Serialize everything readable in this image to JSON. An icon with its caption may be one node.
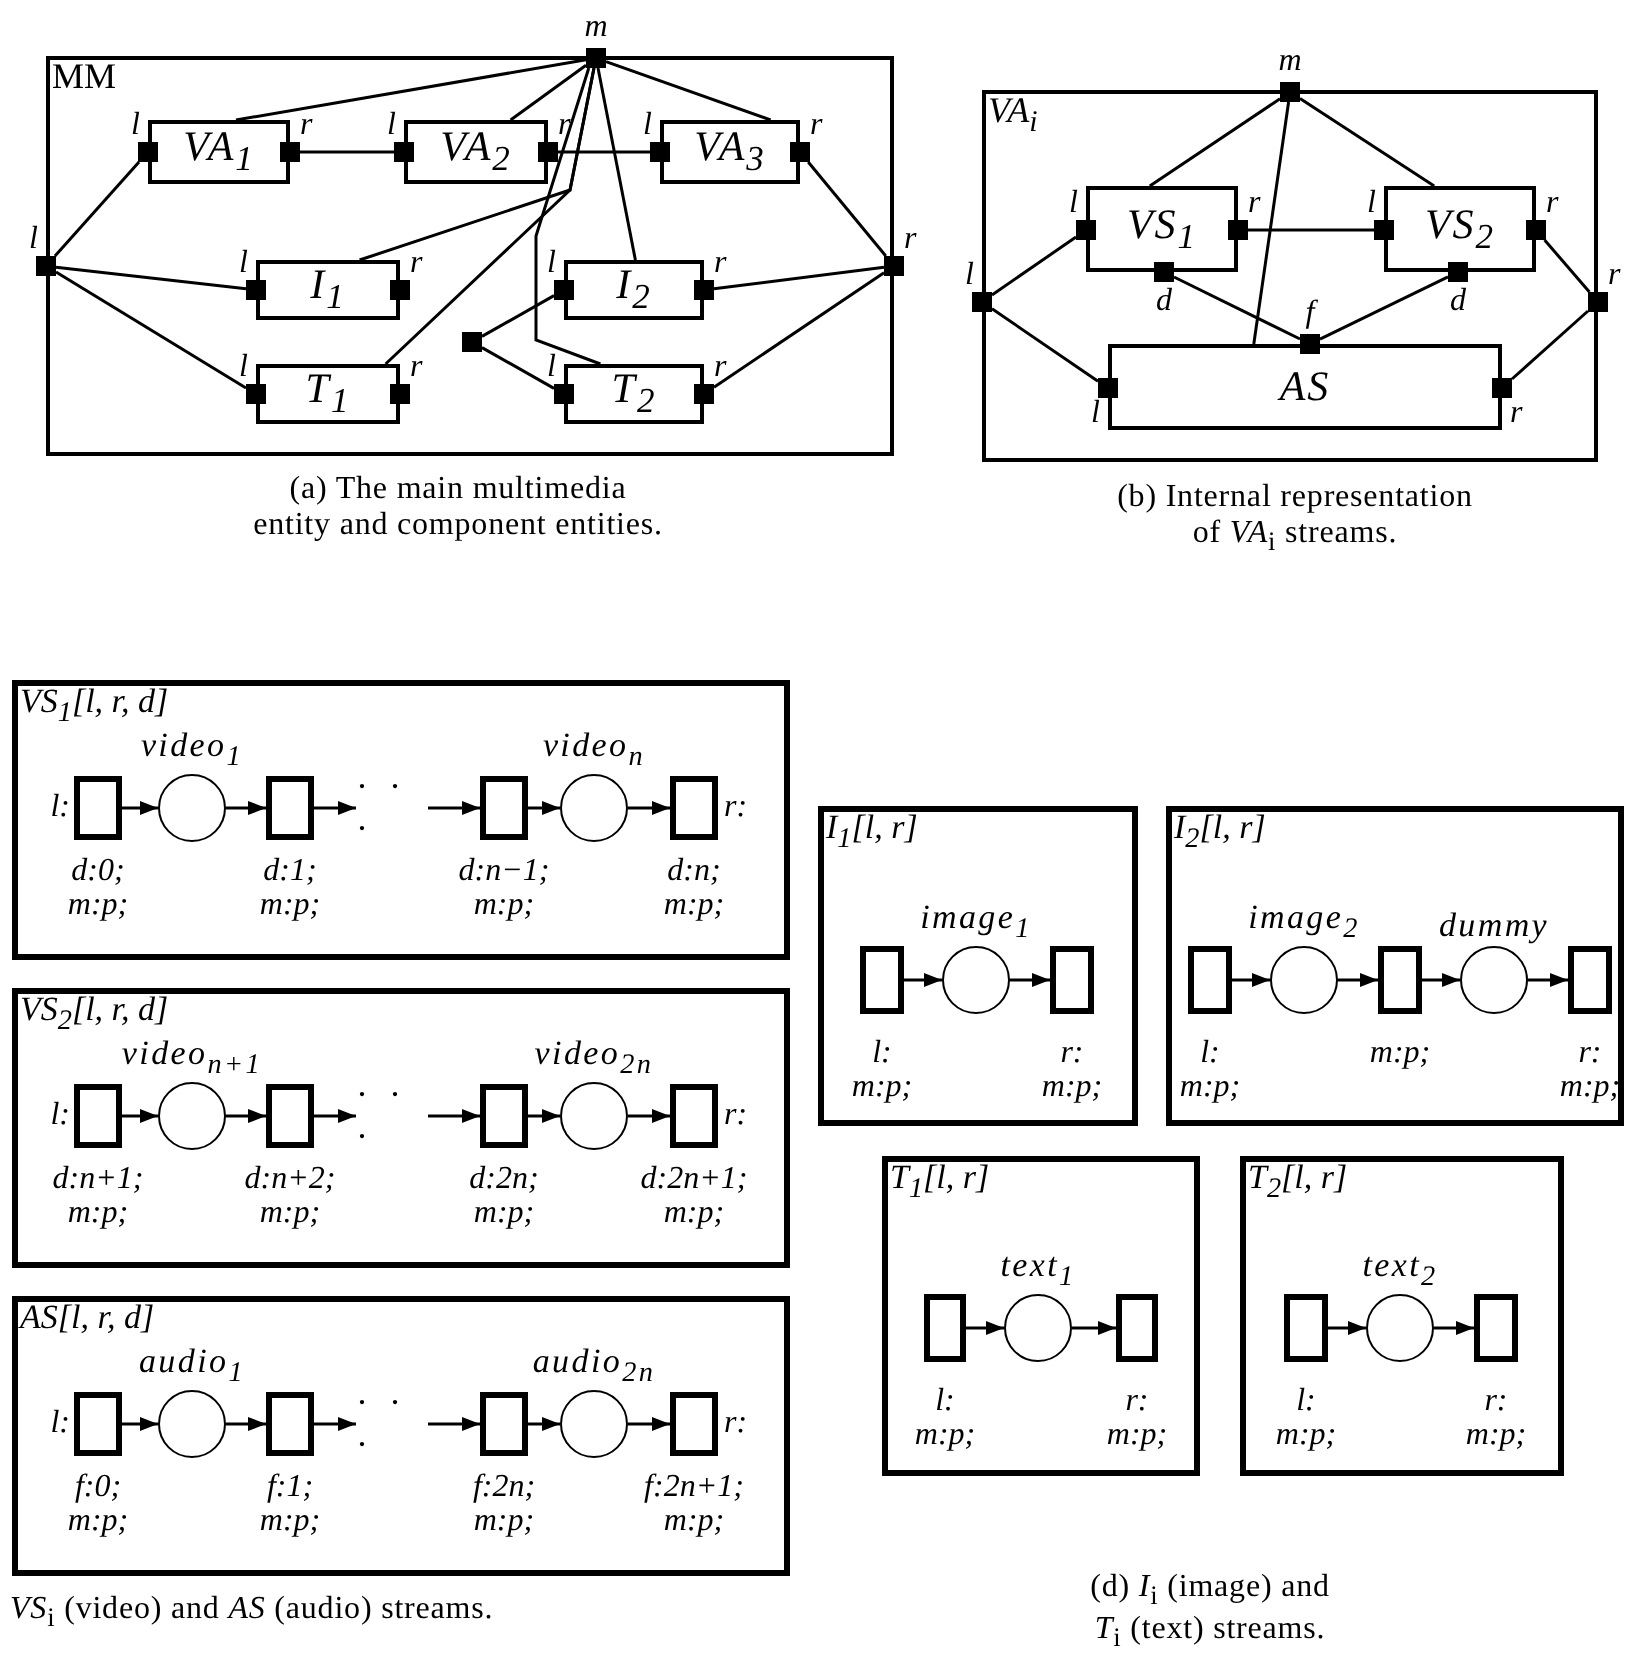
{
  "diagram": {
    "nodes": [
      {
        "text": [
          "MM"
        ]
      },
      {
        "text": [
          "VA$_{1}$"
        ],
        "in": 0
      },
      {
        "text": [
          "VA$_{2}$"
        ],
        "in": 0
      },
      {
        "text": [
          "VA$_{3}$"
        ],
        "in": 0
      },
      {
        "text": [
          "I$_{1}$"
        ],
        "in": 0
      },
      {
        "text": [
          "I$_{2}$"
        ],
        "in": 0
      },
      {
        "text": [
          "T$_{1}$"
        ],
        "in": 0
      },
      {
        "text": [
          "T$_{2}$"
        ],
        "in": 0
      },
      {
        "text": [],
        "shape": "box",
        "beside": [
          "m"
        ]
      },
      {
        "text": [],
        "shape": "box",
        "beside": [
          "l"
        ]
      },
      {
        "text": [],
        "shape": "box",
        "beside": [
          "r"
        ]
      },
      {
        "text": [],
        "shape": "box",
        "beside": [
          "l"
        ],
        "in": 0
      },
      {
        "text": [],
        "shape": "box",
        "beside": [
          "r"
        ],
        "in": 0
      },
      {
        "text": [],
        "shape": "box",
        "beside": [
          "l"
        ],
        "in": 0
      },
      {
        "text": [],
        "shape": "box",
        "beside": [
          "r"
        ],
        "in": 0
      },
      {
        "text": [],
        "shape": "box",
        "beside": [
          "l"
        ],
        "in": 0
      },
      {
        "text": [],
        "shape": "box",
        "beside": [
          "r"
        ],
        "in": 0
      },
      {
        "text": [],
        "shape": "box",
        "beside": [
          "l"
        ],
        "in": 0
      },
      {
        "text": [],
        "shape": "box",
        "beside": [
          "r"
        ],
        "in": 0
      },
      {
        "text": [],
        "shape": "box",
        "beside": [
          "l"
        ],
        "in": 0
      },
      {
        "text": [],
        "shape": "box",
        "beside": [
          "r"
        ],
        "in": 0
      },
      {
        "text": [],
        "shape": "box",
        "beside": [
          "l"
        ],
        "in": 0
      },
      {
        "text": [],
        "shape": "box",
        "beside": [
          "r"
        ],
        "in": 0
      },
      {
        "text": [],
        "shape": "box",
        "beside": [
          "l"
        ],
        "in": 0
      },
      {
        "text": [],
        "shape": "box",
        "beside": [
          "r"
        ],
        "in": 0
      },
      {
        "text": [],
        "shape": "box",
        "in": 0
      },
      {
        "text": [
          "VA$_{i}$"
        ]
      },
      {
        "text": [
          "VS$_{1}$"
        ],
        "in": 26
      },
      {
        "text": [
          "VS$_{2}$"
        ],
        "in": 26
      },
      {
        "text": [
          "AS"
        ],
        "in": 26
      },
      {
        "text": [],
        "shape": "box",
        "beside": [
          "m"
        ]
      },
      {
        "text": [],
        "shape": "box",
        "beside": [
          "l"
        ]
      },
      {
        "text": [],
        "shape": "box",
        "beside": [
          "r"
        ]
      },
      {
        "text": [],
        "shape": "box",
        "beside": [
          "l"
        ],
        "in": 26
      },
      {
        "text": [],
        "shape": "box",
        "beside": [
          "r"
        ],
        "in": 26
      },
      {
        "text": [],
        "shape": "box",
        "beside": [
          "d"
        ],
        "in": 26
      },
      {
        "text": [],
        "shape": "box",
        "beside": [
          "l"
        ],
        "in": 26
      },
      {
        "text": [],
        "shape": "box",
        "beside": [
          "r"
        ],
        "in": 26
      },
      {
        "text": [],
        "shape": "box",
        "beside": [
          "d"
        ],
        "in": 26
      },
      {
        "text": [],
        "shape": "box",
        "beside": [
          "f"
        ],
        "in": 26
      },
      {
        "text": [],
        "shape": "box",
        "beside": [
          "l"
        ],
        "in": 26
      },
      {
        "text": [],
        "shape": "box",
        "beside": [
          "r"
        ],
        "in": 26
      },
      {
        "text": [
          "VS$_{1}$[l, r, d]"
        ]
      },
      {
        "text": [],
        "shape": "box",
        "beside": [
          "l:",
          "d:0; m:p;"
        ],
        "in": 42
      },
      {
        "text": [],
        "shape": "circle",
        "beside": [
          "video$_{1}$"
        ],
        "in": 42
      },
      {
        "text": [],
        "shape": "box",
        "beside": [
          "d:1; m:p;"
        ],
        "in": 42
      },
      {
        "text": [
          "· · ·"
        ],
        "in": 42
      },
      {
        "text": [],
        "shape": "box",
        "beside": [
          "d:n−1; m:p;"
        ],
        "in": 42
      },
      {
        "text": [],
        "shape": "circle",
        "beside": [
          "video$_{n}$"
        ],
        "in": 42
      },
      {
        "text": [],
        "shape": "box",
        "beside": [
          "r:",
          "d:n; m:p;"
        ],
        "in": 42
      },
      {
        "text": [
          "VS$_{2}$[l, r, d]"
        ]
      },
      {
        "text": [],
        "shape": "box",
        "beside": [
          "l:",
          "d:n+1; m:p;"
        ],
        "in": 50
      },
      {
        "text": [],
        "shape": "circle",
        "beside": [
          "video$_{n+1}$"
        ],
        "in": 50
      },
      {
        "text": [],
        "shape": "box",
        "beside": [
          "d:n+2; m:p;"
        ],
        "in": 50
      },
      {
        "text": [
          "· · ·"
        ],
        "in": 50
      },
      {
        "text": [],
        "shape": "box",
        "beside": [
          "d:2n; m:p;"
        ],
        "in": 50
      },
      {
        "text": [],
        "shape": "circle",
        "beside": [
          "video$_{2n}$"
        ],
        "in": 50
      },
      {
        "text": [],
        "shape": "box",
        "beside": [
          "r:",
          "d:2n+1; m:p;"
        ],
        "in": 50
      },
      {
        "text": [
          "AS[l, r, d]"
        ]
      },
      {
        "text": [],
        "shape": "box",
        "beside": [
          "l:",
          "f:0; m:p;"
        ],
        "in": 58
      },
      {
        "text": [],
        "shape": "circle",
        "beside": [
          "audio$_{1}$"
        ],
        "in": 58
      },
      {
        "text": [],
        "shape": "box",
        "beside": [
          "f:1; m:p;"
        ],
        "in": 58
      },
      {
        "text": [
          "· · ·"
        ],
        "in": 58
      },
      {
        "text": [],
        "shape": "box",
        "beside": [
          "f:2n; m:p;"
        ],
        "in": 58
      },
      {
        "text": [],
        "shape": "circle",
        "beside": [
          "audio$_{2n}$"
        ],
        "in": 58
      },
      {
        "text": [],
        "shape": "box",
        "beside": [
          "r:",
          "f:2n+1; m:p;"
        ],
        "in": 58
      },
      {
        "text": [
          "I$_{1}$[l, r]"
        ]
      },
      {
        "text": [],
        "shape": "box",
        "beside": [
          "l: m:p;"
        ],
        "in": 66
      },
      {
        "text": [],
        "shape": "circle",
        "beside": [
          "image$_{1}$"
        ],
        "in": 66
      },
      {
        "text": [],
        "shape": "box",
        "beside": [
          "r: m:p;"
        ],
        "in": 66
      },
      {
        "text": [
          "I$_{2}$[l, r]"
        ]
      },
      {
        "text": [],
        "shape": "box",
        "beside": [
          "l: m:p;"
        ],
        "in": 70
      },
      {
        "text": [],
        "shape": "circle",
        "beside": [
          "image$_{2}$"
        ],
        "in": 70
      },
      {
        "text": [],
        "shape": "box",
        "beside": [
          "m:p;"
        ],
        "in": 70
      },
      {
        "text": [],
        "shape": "circle",
        "beside": [
          "dummy"
        ],
        "in": 70
      },
      {
        "text": [],
        "shape": "box",
        "beside": [
          "r: m:p;"
        ],
        "in": 70
      },
      {
        "text": [
          "T$_{1}$[l, r]"
        ]
      },
      {
        "text": [],
        "shape": "box",
        "beside": [
          "l: m:p;"
        ],
        "in": 76
      },
      {
        "text": [],
        "shape": "circle",
        "beside": [
          "text$_{1}$"
        ],
        "in": 76
      },
      {
        "text": [],
        "shape": "box",
        "beside": [
          "r: m:p;"
        ],
        "in": 76
      },
      {
        "text": [
          "T$_{2}$[l, r]"
        ]
      },
      {
        "text": [],
        "shape": "box",
        "beside": [
          "l: m:p;"
        ],
        "in": 80
      },
      {
        "text": [],
        "shape": "circle",
        "beside": [
          "text$_{2}$"
        ],
        "in": 80
      },
      {
        "text": [],
        "shape": "box",
        "beside": [
          "r: m:p;"
        ],
        "in": 80
      }
    ],
    "edges": [
      {
        "from": 8,
        "to": 1,
        "arrow": "none"
      },
      {
        "from": 8,
        "to": 2,
        "arrow": "none"
      },
      {
        "from": 8,
        "to": 3,
        "arrow": "none"
      },
      {
        "from": 8,
        "to": 4,
        "arrow": "none"
      },
      {
        "from": 8,
        "to": 6,
        "arrow": "none"
      },
      {
        "from": 8,
        "to": 5,
        "arrow": "none"
      },
      {
        "from": 8,
        "to": 7,
        "arrow": "none"
      },
      {
        "from": 12,
        "to": 13,
        "arrow": "none"
      },
      {
        "from": 14,
        "to": 15,
        "arrow": "none"
      },
      {
        "from": 9,
        "to": 11,
        "arrow": "none"
      },
      {
        "from": 9,
        "to": 17,
        "arrow": "none"
      },
      {
        "from": 9,
        "to": 21,
        "arrow": "none"
      },
      {
        "from": 10,
        "to": 16,
        "arrow": "none"
      },
      {
        "from": 10,
        "to": 20,
        "arrow": "none"
      },
      {
        "from": 10,
        "to": 24,
        "arrow": "none"
      },
      {
        "from": 25,
        "to": 19,
        "arrow": "none"
      },
      {
        "from": 25,
        "to": 23,
        "arrow": "none"
      },
      {
        "from": 30,
        "to": 27,
        "arrow": "none"
      },
      {
        "from": 30,
        "to": 28,
        "arrow": "none"
      },
      {
        "from": 30,
        "to": 29,
        "arrow": "none"
      },
      {
        "from": 34,
        "to": 36,
        "arrow": "none"
      },
      {
        "from": 31,
        "to": 33,
        "arrow": "none"
      },
      {
        "from": 31,
        "to": 40,
        "arrow": "none"
      },
      {
        "from": 32,
        "to": 37,
        "arrow": "none"
      },
      {
        "from": 32,
        "to": 41,
        "arrow": "none"
      },
      {
        "from": 35,
        "to": 39,
        "arrow": "none"
      },
      {
        "from": 38,
        "to": 39,
        "arrow": "none"
      },
      {
        "from": 43,
        "to": 44,
        "arrow": "to"
      },
      {
        "from": 44,
        "to": 45,
        "arrow": "to"
      },
      {
        "from": 45,
        "to": 46,
        "arrow": "to"
      },
      {
        "from": 46,
        "to": 47,
        "arrow": "to"
      },
      {
        "from": 47,
        "to": 48,
        "arrow": "to"
      },
      {
        "from": 48,
        "to": 49,
        "arrow": "to"
      },
      {
        "from": 51,
        "to": 52,
        "arrow": "to"
      },
      {
        "from": 52,
        "to": 53,
        "arrow": "to"
      },
      {
        "from": 53,
        "to": 54,
        "arrow": "to"
      },
      {
        "from": 54,
        "to": 55,
        "arrow": "to"
      },
      {
        "from": 55,
        "to": 56,
        "arrow": "to"
      },
      {
        "from": 56,
        "to": 57,
        "arrow": "to"
      },
      {
        "from": 59,
        "to": 60,
        "arrow": "to"
      },
      {
        "from": 60,
        "to": 61,
        "arrow": "to"
      },
      {
        "from": 61,
        "to": 62,
        "arrow": "to"
      },
      {
        "from": 62,
        "to": 63,
        "arrow": "to"
      },
      {
        "from": 63,
        "to": 64,
        "arrow": "to"
      },
      {
        "from": 64,
        "to": 65,
        "arrow": "to"
      },
      {
        "from": 67,
        "to": 68,
        "arrow": "to"
      },
      {
        "from": 68,
        "to": 69,
        "arrow": "to"
      },
      {
        "from": 71,
        "to": 72,
        "arrow": "to"
      },
      {
        "from": 72,
        "to": 73,
        "arrow": "to"
      },
      {
        "from": 73,
        "to": 74,
        "arrow": "to"
      },
      {
        "from": 74,
        "to": 75,
        "arrow": "to"
      },
      {
        "from": 77,
        "to": 78,
        "arrow": "to"
      },
      {
        "from": 78,
        "to": 79,
        "arrow": "to"
      },
      {
        "from": 81,
        "to": 82,
        "arrow": "to"
      },
      {
        "from": 82,
        "to": 83,
        "arrow": "to"
      }
    ],
    "labels": [
      "(a) The main multimedia entity and component entities.",
      "(b) Internal representation of *VA*$_{i}$ streams.",
      "*VS*$_{i}$ (video) and *AS* (audio) streams.",
      "(d) *I*$_{i}$ (image) and *T*$_{i}$ (text) streams."
    ]
  }
}
